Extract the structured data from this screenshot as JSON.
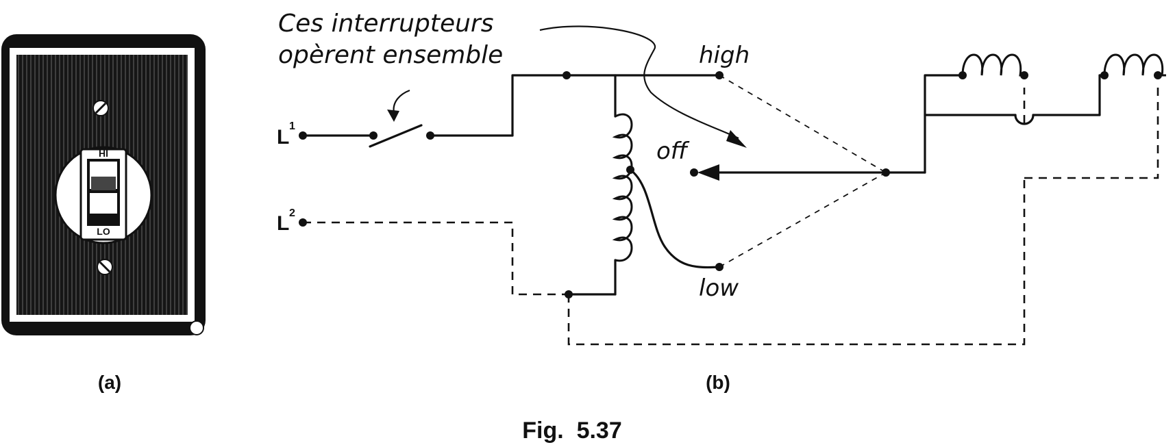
{
  "figure": {
    "caption": "Fig.  5.37",
    "panel_a": {
      "label": "(a)",
      "switch_top_text": "HI",
      "switch_bottom_text": "LO"
    },
    "panel_b": {
      "label": "(b)",
      "annotation_line1": "Ces interrupteurs",
      "annotation_line2": "opèrent ensemble",
      "line1_letter": "L",
      "line1_sup": "1",
      "line2_letter": "L",
      "line2_sup": "2",
      "position_high": "high",
      "position_off": "off",
      "position_low": "low"
    }
  },
  "colors": {
    "ink": "#111111",
    "paper": "#ffffff"
  }
}
